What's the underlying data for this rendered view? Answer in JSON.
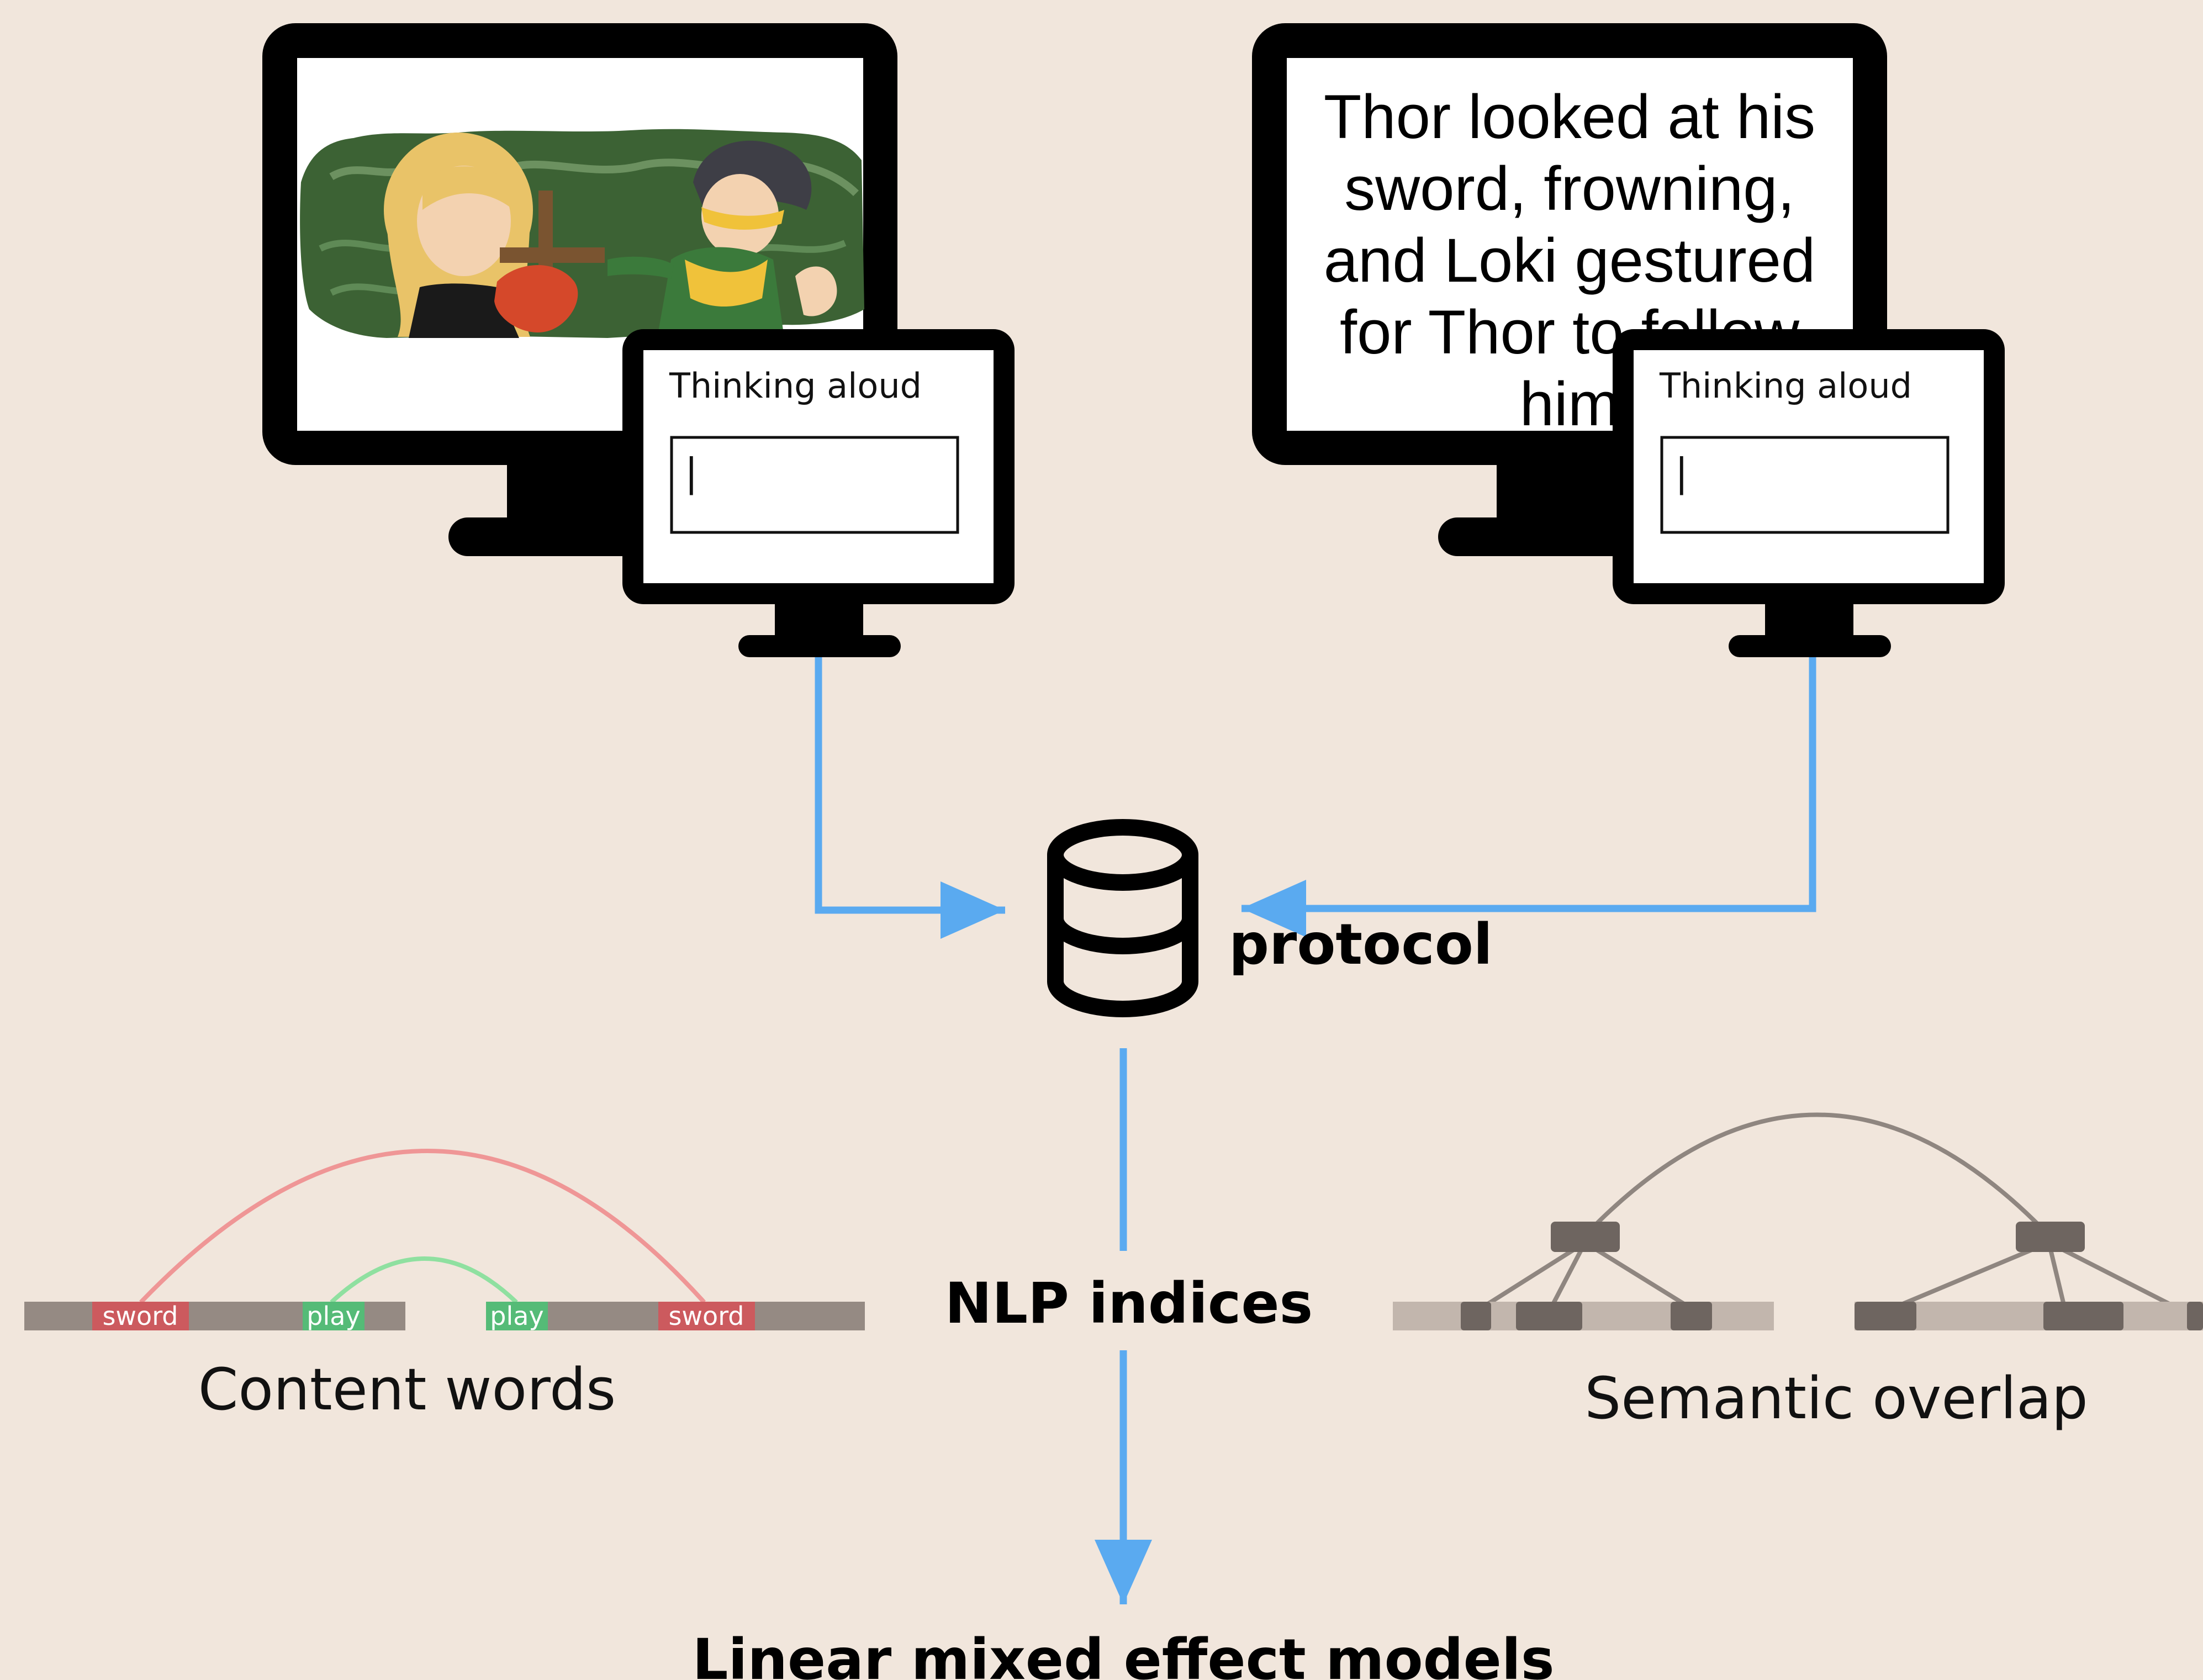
{
  "colors": {
    "background": "#f1e6dc",
    "monitor": "#000000",
    "arrow": "#5aaaf0",
    "bar_dark": "#958a83",
    "bar_light": "#c2b6ad",
    "node": "#6e6560",
    "red": "#cc5a5e",
    "red_arc": "#ef9696",
    "green": "#55bb77",
    "green_arc": "#8fe0a0",
    "gray_arc": "#8f8680"
  },
  "left_setup": {
    "stimulus": "comic panel illustration",
    "popup_title": "Thinking aloud",
    "cursor": "|"
  },
  "right_setup": {
    "story_lines": [
      "Thor looked at his",
      "sword, frowning,",
      "and Loki gestured",
      "for Thor to follow",
      "him"
    ],
    "popup_title": "Thinking aloud",
    "cursor": "|"
  },
  "center": {
    "database_icon": "database-icon",
    "protocol_label": "protocol",
    "nlp_label": "NLP indices",
    "output_label": "Linear mixed effect models"
  },
  "content_words": {
    "label": "Content words",
    "tokens": [
      "sword",
      "play",
      "play",
      "sword"
    ]
  },
  "semantic_overlap": {
    "label": "Semantic overlap"
  }
}
